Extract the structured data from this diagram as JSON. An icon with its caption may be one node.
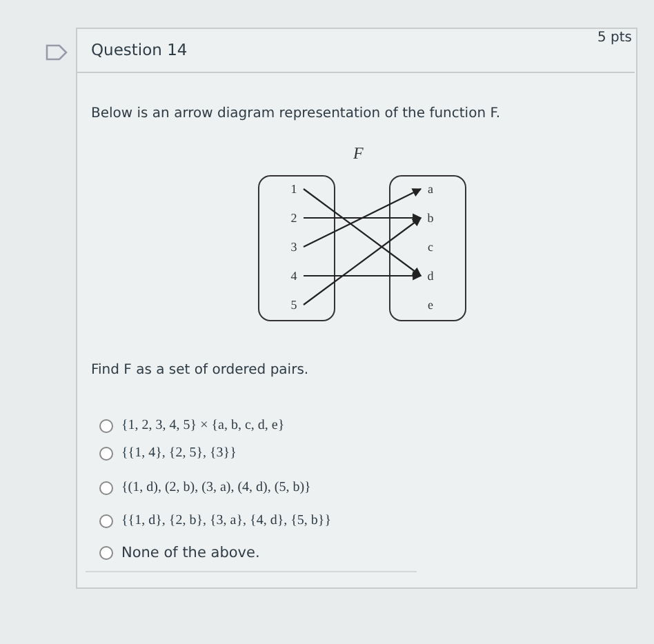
{
  "diagram": {
    "title": "F",
    "nodes": [
      {
        "text": [],
        "shape": "box"
      },
      {
        "text": [],
        "shape": "box"
      },
      {
        "text": [
          "1"
        ],
        "in": 0
      },
      {
        "text": [
          "2"
        ],
        "in": 0
      },
      {
        "text": [
          "3"
        ],
        "in": 0
      },
      {
        "text": [
          "4"
        ],
        "in": 0
      },
      {
        "text": [
          "5"
        ],
        "in": 0
      },
      {
        "text": [
          "a"
        ],
        "in": 1
      },
      {
        "text": [
          "b"
        ],
        "in": 1
      },
      {
        "text": [
          "c"
        ],
        "in": 1
      },
      {
        "text": [
          "d"
        ],
        "in": 1
      },
      {
        "text": [
          "e"
        ],
        "in": 1
      }
    ],
    "edges": [
      {
        "from": 2,
        "to": 10,
        "arrow": "to"
      },
      {
        "from": 3,
        "to": 8,
        "arrow": "to"
      },
      {
        "from": 4,
        "to": 7,
        "arrow": "to"
      },
      {
        "from": 5,
        "to": 10,
        "arrow": "to"
      },
      {
        "from": 6,
        "to": 8,
        "arrow": "to"
      }
    ],
    "labels": [
      "Question 14",
      "5 pts",
      "Below is an arrow diagram representation of the function F.",
      "Find F as a set of ordered pairs.",
      "{1, 2, 3, 4, 5} × {a, b, c, d, e}",
      "{{1, 4}, {2, 5}, {3}}",
      "{(1, d), (2, b), (3, a), (4, d), (5, b)}",
      "{{1, d}, {2, b}, {3, a}, {4, d}, {5, b}}",
      "None of the above."
    ]
  }
}
